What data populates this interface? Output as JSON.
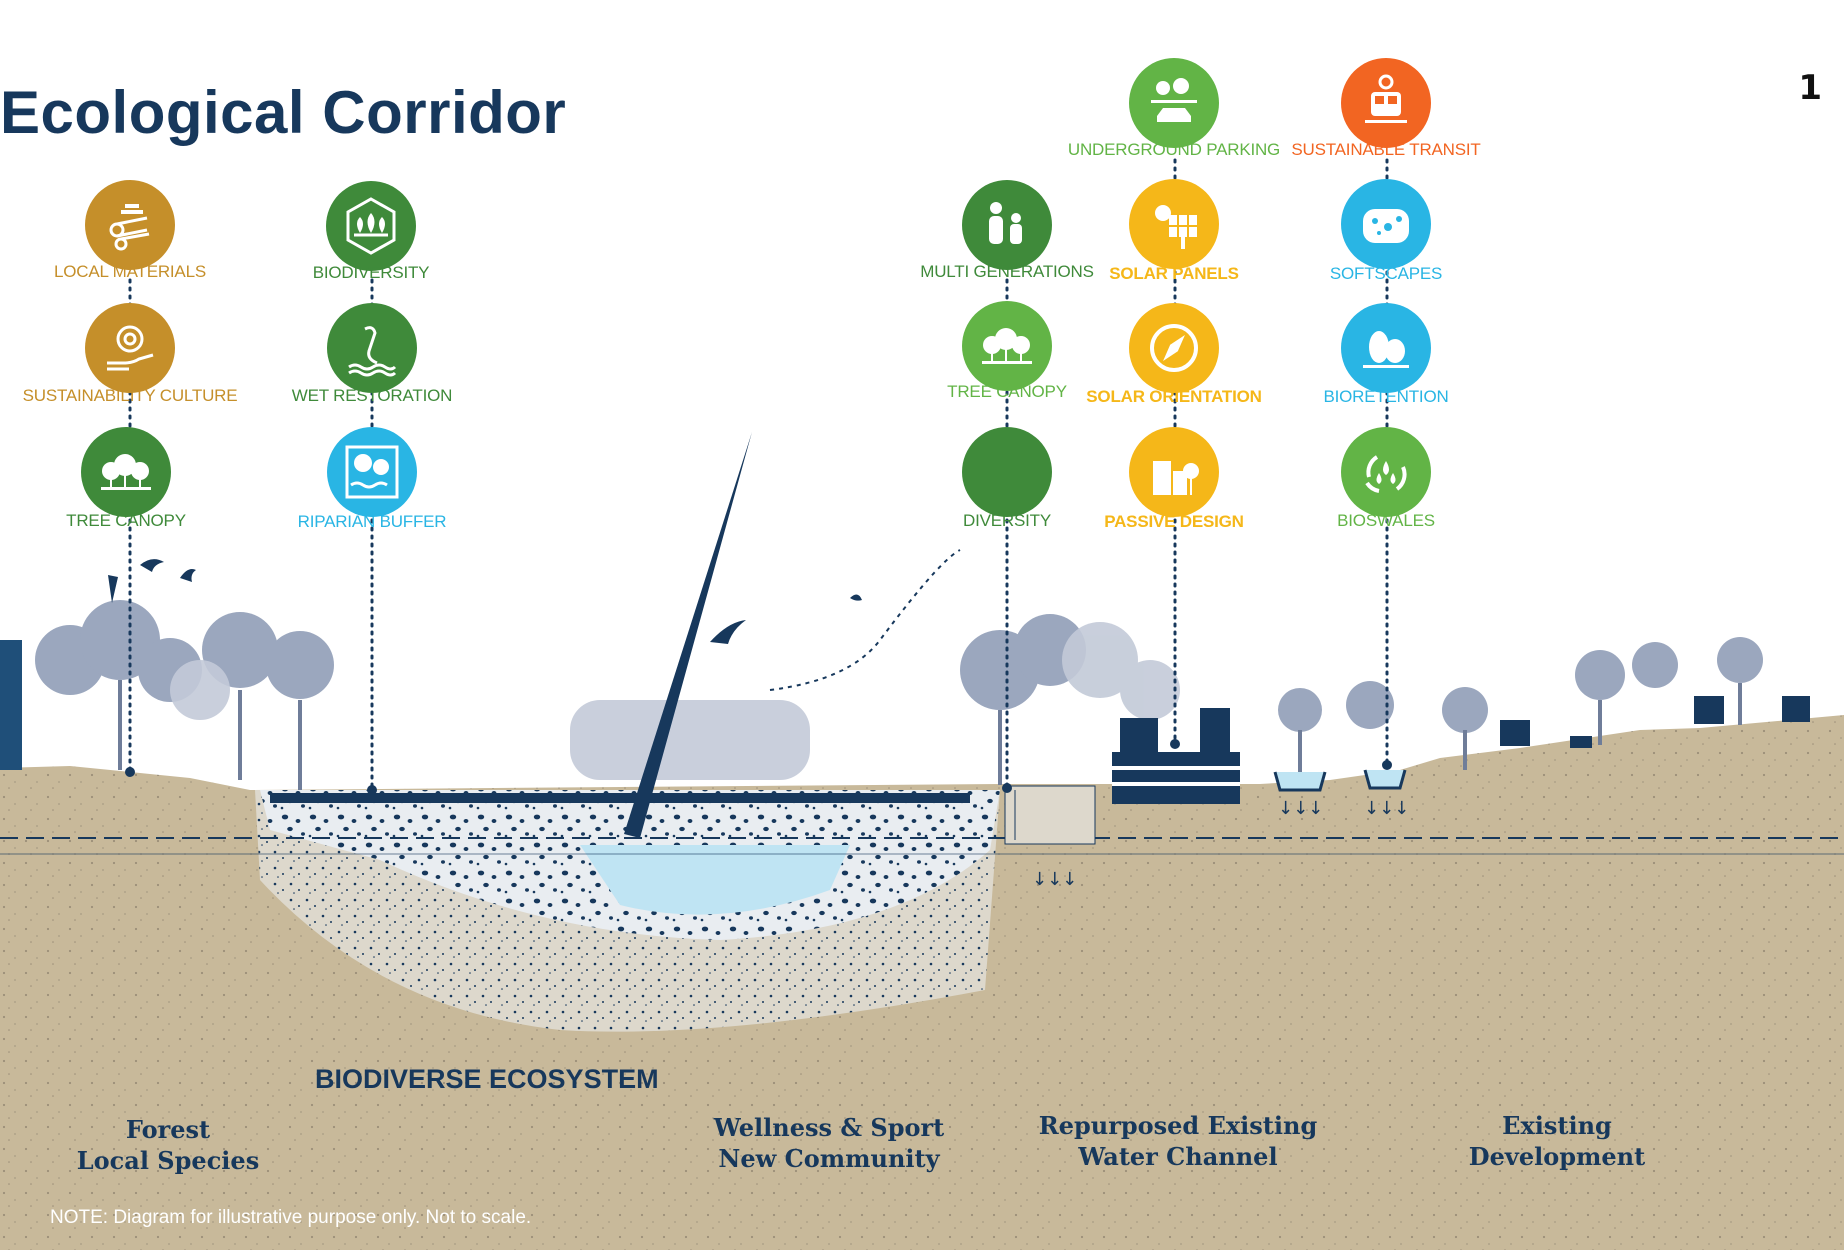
{
  "title": "Ecological Corridor",
  "page_number": "1",
  "colors": {
    "navy": "#17385c",
    "gold": "#c58f2a",
    "dark_green": "#3f8a3a",
    "green": "#62b446",
    "cyan": "#29b5e4",
    "yellow": "#f5b719",
    "orange": "#f26522",
    "soil": "#c8b99a"
  },
  "features": [
    {
      "label": "LOCAL MATERIALS",
      "icon": "wood-logs-icon",
      "color": "#c58f2a"
    },
    {
      "label": "SUSTAINABILITY CULTURE",
      "icon": "gear-hand-icon",
      "color": "#c58f2a"
    },
    {
      "label": "TREE CANOPY",
      "icon": "tree-canopy-icon",
      "color": "#3f8a3a"
    },
    {
      "label": "BIODIVERSITY",
      "icon": "plants-hexagon-icon",
      "color": "#3f8a3a"
    },
    {
      "label": "WET RESTORATION",
      "icon": "heron-icon",
      "color": "#3f8a3a"
    },
    {
      "label": "RIPARIAN BUFFER",
      "icon": "riparian-trees-icon",
      "color": "#29b5e4"
    },
    {
      "label": "MULTI GENERATIONS",
      "icon": "family-icon",
      "color": "#3f8a3a"
    },
    {
      "label": "TREE CANOPY",
      "icon": "tree-canopy-icon",
      "color": "#62b446"
    },
    {
      "label": "DIVERSITY",
      "icon": "swings-icon",
      "color": "#3f8a3a"
    },
    {
      "label": "UNDERGROUND PARKING",
      "icon": "car-garden-icon",
      "color": "#62b446"
    },
    {
      "label": "SOLAR PANELS",
      "icon": "solar-panel-icon",
      "color": "#f5b719"
    },
    {
      "label": "SOLAR ORIENTATION",
      "icon": "compass-icon",
      "color": "#f5b719"
    },
    {
      "label": "PASSIVE DESIGN",
      "icon": "buildings-trees-icon",
      "color": "#f5b719"
    },
    {
      "label": "SUSTAINABLE TRANSIT",
      "icon": "tram-icon",
      "color": "#f26522"
    },
    {
      "label": "SOFTSCAPES",
      "icon": "sponge-icon",
      "color": "#29b5e4"
    },
    {
      "label": "BIORETENTION",
      "icon": "shrubs-icon",
      "color": "#29b5e4"
    },
    {
      "label": "BIOSWALES",
      "icon": "recycle-drops-icon",
      "color": "#62b446"
    }
  ],
  "ecosystem_label": "BIODIVERSE ECOSYSTEM",
  "zones": [
    {
      "line1": "Forest",
      "line2": "Local Species"
    },
    {
      "line1": "Wellness & Sport",
      "line2": "New Community"
    },
    {
      "line1": "Repurposed Existing",
      "line2": "Water Channel"
    },
    {
      "line1": "Existing",
      "line2": "Development"
    }
  ],
  "note": "NOTE: Diagram for illustrative purpose only. Not to scale."
}
